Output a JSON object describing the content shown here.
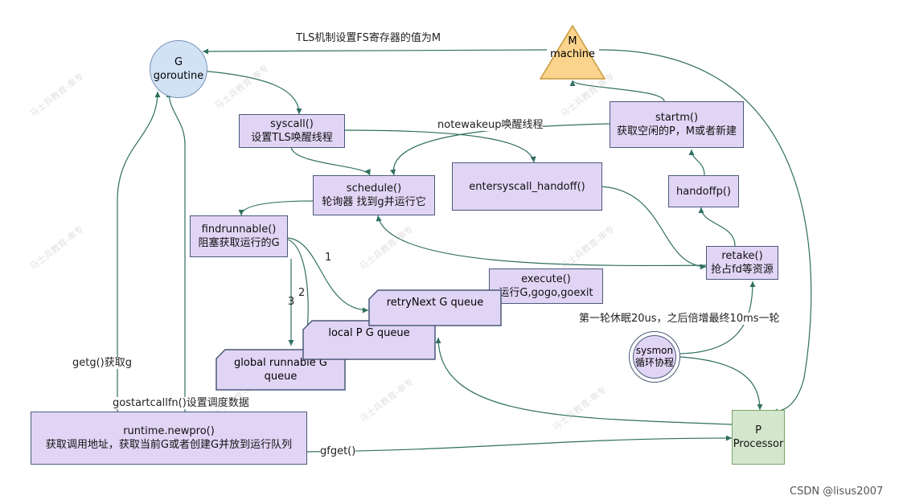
{
  "nodes": {
    "g": {
      "line1": "G",
      "line2": "goroutine"
    },
    "m": {
      "line1": "M",
      "line2": "machine"
    },
    "p": {
      "line1": "P",
      "line2": "Processor"
    },
    "syscall": {
      "line1": "syscall()",
      "line2": "设置TLS唤醒线程"
    },
    "schedule": {
      "line1": "schedule()",
      "line2": "轮询器 找到g并运行它"
    },
    "entersyscall": {
      "line1": "entersyscall_handoff()"
    },
    "startm": {
      "line1": "startm()",
      "line2": "获取空闲的P，M或者新建"
    },
    "handoffp": {
      "line1": "handoffp()"
    },
    "retake": {
      "line1": "retake()",
      "line2": "抢占fd等资源"
    },
    "findrunnable": {
      "line1": "findrunnable()",
      "line2": "阻塞获取运行的G"
    },
    "execute": {
      "line1": "execute()",
      "line2": "运行G,gogo,goexit"
    },
    "retrynext": {
      "line1": "retryNext G queue"
    },
    "localq": {
      "line1": "local P G queue"
    },
    "globalq": {
      "line1": "global runnable G",
      "line2": "queue"
    },
    "sysmon": {
      "line1": "sysmon",
      "line2": "循环协程"
    },
    "newproc": {
      "line1": "runtime.newpro()",
      "line2": "获取调用地址，获取当前G或者创建G并放到运行队列"
    }
  },
  "edge_labels": {
    "tls": "TLS机制设置FS寄存器的值为M",
    "notewakeup": "notewakeup唤醒线程",
    "sleep": "第一轮休眠20us，之后倍增最终10ms一轮",
    "getg": "getg()获取g",
    "gostartcallfn": "gostartcallfn()设置调度数据",
    "gfget": "gfget()",
    "n1": "1",
    "n2": "2",
    "n3": "3"
  },
  "watermark": "马士兵教育-串专",
  "footer": "CSDN @lisus2007",
  "colors": {
    "node_fill": "#e1d5f5",
    "node_border": "#4a5a7a",
    "arrow": "#2f6f60",
    "g_fill": "#d2e2f5",
    "m_fill": "#fad38c",
    "p_fill": "#d4e6cc"
  }
}
